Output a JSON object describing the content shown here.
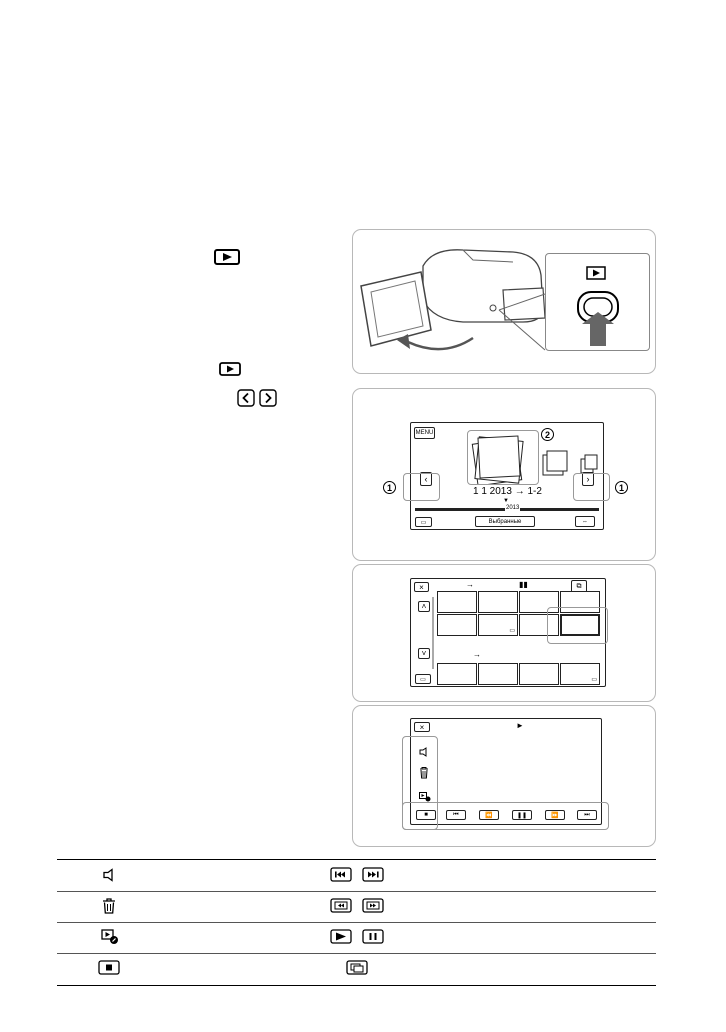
{
  "panel2": {
    "menu_label": "MENU",
    "date_range": "1 1 2013 → 1-2",
    "year_label": "2013",
    "favorites_label": "Выбранные",
    "callout_1": "1",
    "callout_2": "2"
  },
  "panel3": {
    "arrow_top": "→",
    "arrow_mid": "→"
  },
  "table": {
    "rows": [
      {
        "left_icon": "volume-icon",
        "right_icons": [
          "previous-track-icon",
          "next-track-icon"
        ]
      },
      {
        "left_icon": "trash-icon",
        "right_icons": [
          "rewind-icon",
          "fast-forward-icon"
        ]
      },
      {
        "left_icon": "playback-settings-icon",
        "right_icons": [
          "play-icon",
          "pause-icon"
        ]
      },
      {
        "left_icon": "stop-icon",
        "right_icons": [
          "switch-image-type-icon"
        ]
      }
    ]
  }
}
